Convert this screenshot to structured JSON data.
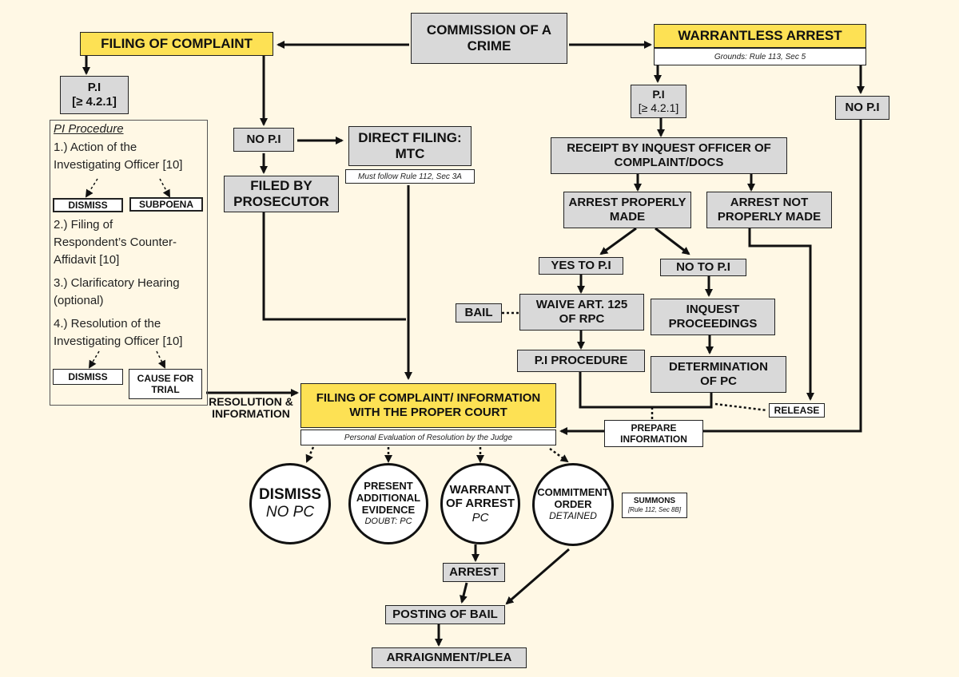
{
  "center": {
    "crime_line1": "COMMISSION OF A",
    "crime_line2": "CRIME"
  },
  "left": {
    "filing_complaint": "FILING OF COMPLAINT",
    "pi_line1": "P.I",
    "pi_line2": "[≥ 4.2.1]",
    "no_pi": "NO P.I",
    "direct_filing_line1": "DIRECT FILING:",
    "direct_filing_line2": "MTC",
    "direct_note": "Must follow Rule 112, Sec 3A",
    "filed_by_line1": "FILED BY",
    "filed_by_line2": "PROSECUTOR",
    "resolution_line1": "RESOLUTION &",
    "resolution_line2": "INFORMATION"
  },
  "pi_procedure": {
    "title": "PI Procedure",
    "lines": [
      "1.) Action of the",
      "Investigating Officer [10]",
      "2.) Filing of",
      "Respondent’s Counter-",
      "Affidavit [10]",
      "3.) Clarificatory Hearing",
      "(optional)",
      "4.) Resolution of the",
      "Investigating Officer [10]"
    ],
    "dismiss_1": "DISMISS",
    "subpoena": "SUBPOENA",
    "dismiss_2": "DISMISS",
    "cause_line1": "CAUSE FOR",
    "cause_line2": "TRIAL"
  },
  "right": {
    "warrantless_arrest": "WARRANTLESS ARREST",
    "grounds": "Grounds: Rule 113, Sec 5",
    "pi_line1": "P.I",
    "pi_line2": "[≥ 4.2.1]",
    "no_pi": "NO P.I",
    "receipt_line1": "RECEIPT BY INQUEST OFFICER OF",
    "receipt_line2": "COMPLAINT/DOCS",
    "proper_line1": "ARREST PROPERLY",
    "proper_line2": "MADE",
    "not_proper_line1": "ARREST NOT",
    "not_proper_line2": "PROPERLY MADE",
    "yes_pi": "YES TO P.I",
    "no_to_pi": "NO TO P.I",
    "bail": "BAIL",
    "waive_line1": "WAIVE ART. 125",
    "waive_line2": "OF RPC",
    "inquest_line1": "INQUEST",
    "inquest_line2": "PROCEEDINGS",
    "pi_procedure": "P.I PROCEDURE",
    "determination_line1": "DETERMINATION",
    "determination_line2": "OF PC",
    "release": "RELEASE",
    "prepare_line1": "PREPARE",
    "prepare_line2": "INFORMATION"
  },
  "court": {
    "line1": "FILING OF COMPLAINT/ INFORMATION",
    "line2": "WITH THE PROPER COURT",
    "note": "Personal Evaluation of Resolution by the Judge"
  },
  "outcomes": {
    "dismiss": "DISMISS",
    "dismiss_sub": "NO PC",
    "present_line1": "PRESENT",
    "present_line2": "ADDITIONAL",
    "present_line3": "EVIDENCE",
    "present_sub": "DOUBT: PC",
    "warrant_line1": "WARRANT",
    "warrant_line2": "OF ARREST",
    "warrant_sub": "PC",
    "commit_line1": "COMMITMENT",
    "commit_line2": "ORDER",
    "commit_sub": "DETAINED",
    "summons_line1": "SUMMONS",
    "summons_line2": "[Rule 112, Sec 8B]"
  },
  "bottom": {
    "arrest": "ARREST",
    "posting_bail": "POSTING OF BAIL",
    "arraignment": "ARRAIGNMENT/PLEA"
  }
}
